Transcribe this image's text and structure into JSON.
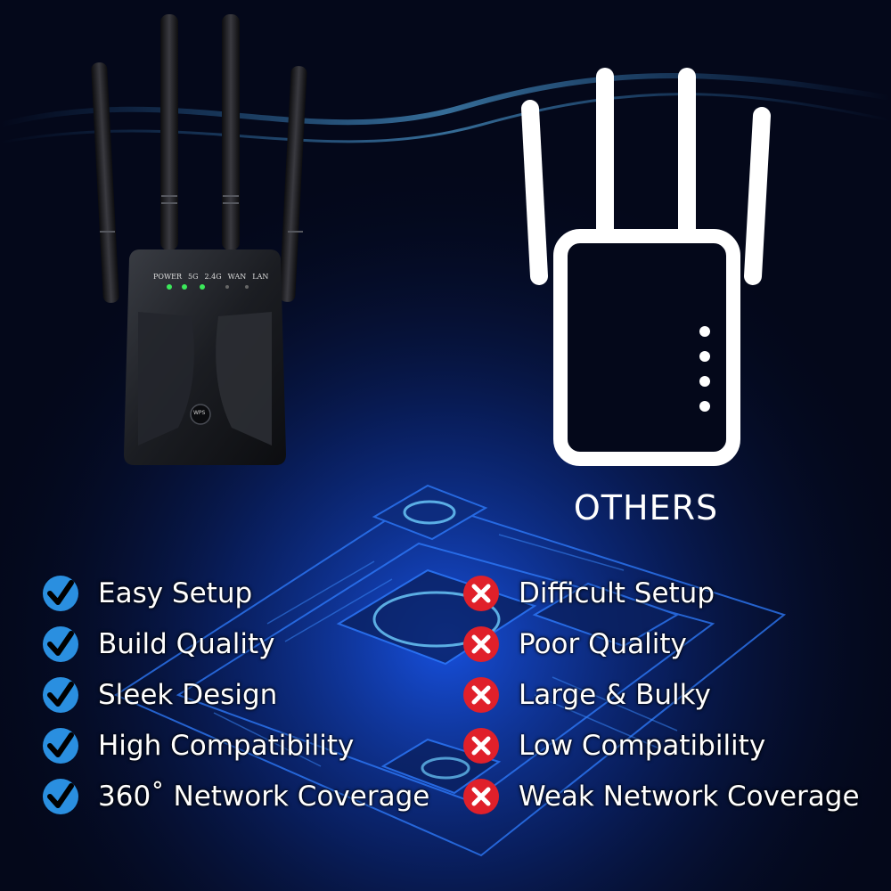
{
  "product": {
    "led_labels": [
      "POWER",
      "5G",
      "2.4G",
      "WAN",
      "LAN"
    ],
    "wps_label": "WPS"
  },
  "others": {
    "label": "OTHERS"
  },
  "features": [
    {
      "ours": "Easy Setup",
      "theirs": "Difficult Setup"
    },
    {
      "ours": "Build Quality",
      "theirs": "Poor Quality"
    },
    {
      "ours": "Sleek Design",
      "theirs": "Large & Bulky"
    },
    {
      "ours": "High Compatibility",
      "theirs": "Low Compatibility"
    },
    {
      "ours": "360˚ Network Coverage",
      "theirs": "Weak Network Coverage"
    }
  ],
  "colors": {
    "check": "#2a8fe0",
    "cross": "#e0202a",
    "background": "#04081a",
    "circuit_glow": "#1f6fff"
  },
  "icons": {
    "positive": "check-icon",
    "negative": "cross-icon"
  }
}
